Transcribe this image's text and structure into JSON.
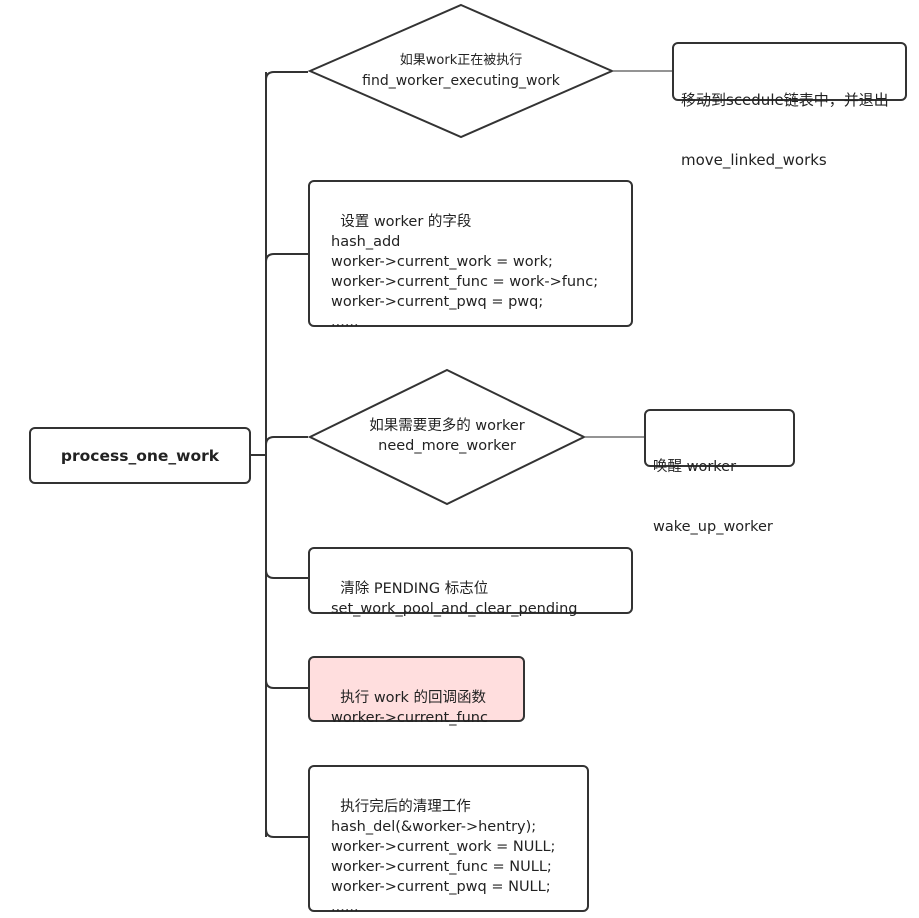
{
  "root": {
    "label": "process_one_work"
  },
  "decision_executing": {
    "line1": "如果work正在被执行",
    "line2": "find_worker_executing_work"
  },
  "leaf_executing": {
    "line1": "移动到scedule链表中，并退出",
    "line2": "move_linked_works"
  },
  "set_fields": {
    "text": "设置 worker 的字段\nhash_add\nworker->current_work = work;\nworker->current_func = work->func;\nworker->current_pwq = pwq;\n......"
  },
  "decision_more": {
    "line1": "如果需要更多的 worker",
    "line2": "need_more_worker"
  },
  "leaf_wake": {
    "line1": "唤醒 worker",
    "line2": "wake_up_worker"
  },
  "clear_pending": {
    "text": "清除 PENDING 标志位\nset_work_pool_and_clear_pending"
  },
  "exec_func": {
    "text": "执行 work 的回调函数\nworker->current_func",
    "fill_color": "#ffdede"
  },
  "cleanup": {
    "text": "执行完后的清理工作\nhash_del(&worker->hentry);\nworker->current_work = NULL;\nworker->current_func = NULL;\nworker->current_pwq = NULL;\n......"
  }
}
